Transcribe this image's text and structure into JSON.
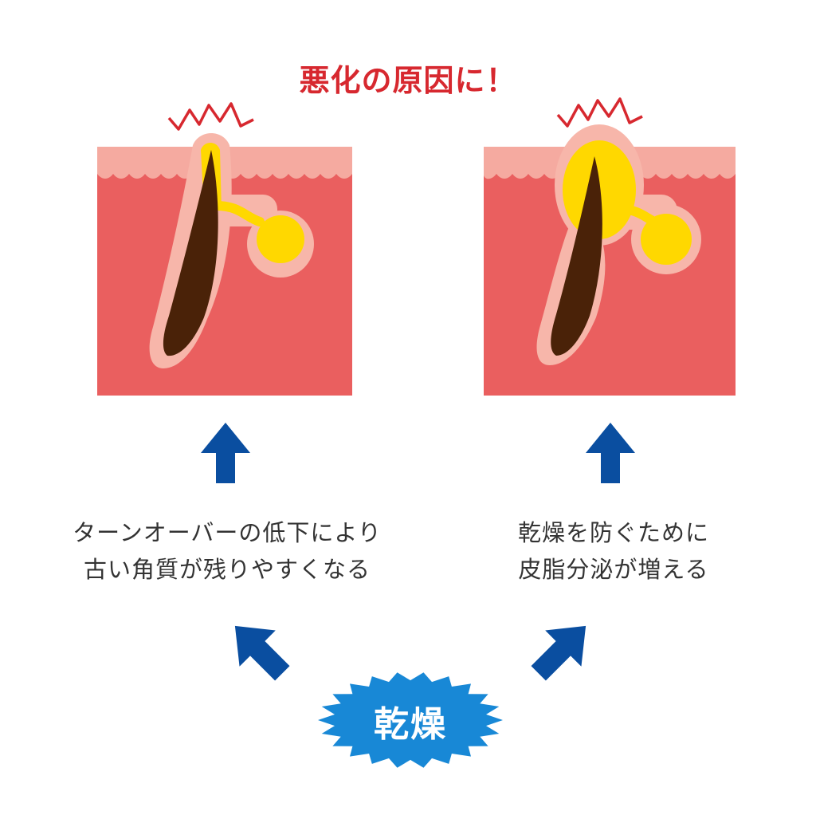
{
  "headline": "悪化の原因に！",
  "panels": [
    {
      "name": "turnover-panel",
      "caption_line1": "ターンオーバーの低下により",
      "caption_line2": "古い角質が残りやすくなる"
    },
    {
      "name": "sebum-panel",
      "caption_line1": "乾燥を防ぐために",
      "caption_line2": "皮脂分泌が増える"
    }
  ],
  "cause": "乾燥",
  "colors": {
    "headline": "#d7282f",
    "skin_dermis": "#ea5f5f",
    "skin_epidermis": "#f5aaa0",
    "follicle_lining": "#f7b6aa",
    "sebum": "#ffd800",
    "hair": "#4a2208",
    "arrow": "#0a4ea0",
    "burst": "#1888d6",
    "text": "#333333",
    "zigzag": "#d7282f"
  },
  "icons": {
    "up_arrow": "arrow-up-icon",
    "diagonal_arrow": "arrow-diagonal-icon",
    "burst": "burst-icon",
    "alert": "alert-zigzag-icon"
  }
}
